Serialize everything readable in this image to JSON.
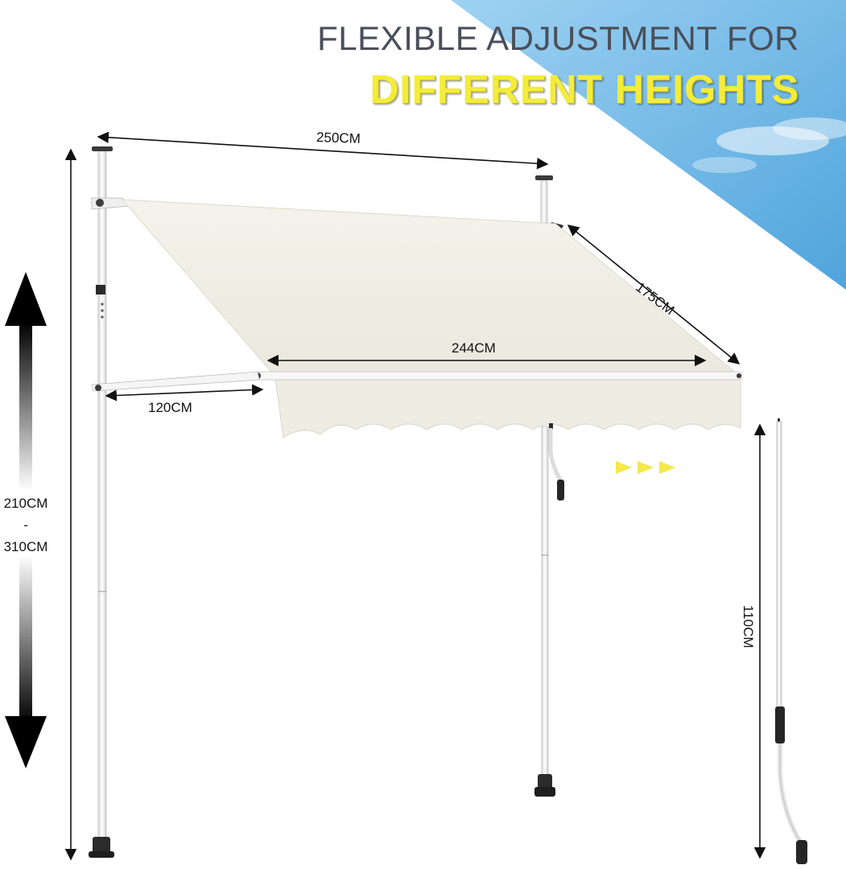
{
  "headline": {
    "line1": "FLEXIBLE ADJUSTMENT FOR",
    "line2": "DIFFERENT HEIGHTS"
  },
  "dimensions": {
    "width_top": "250CM",
    "projection": "175CM",
    "fabric_width": "244CM",
    "arm_length": "120CM",
    "height_min": "210CM",
    "height_separator": "-",
    "height_max": "310CM",
    "crank_length": "110CM"
  },
  "colors": {
    "sky": "#7fc1ea",
    "fabric": "#f1efe6",
    "pole": "#f7f7f7",
    "headline_gray": "#4a4f5a",
    "headline_yellow": "#f3ec3a",
    "arrow_yellow": "#f4e84a"
  },
  "icons": [
    "height-arrow-icon",
    "chevron-right-icon"
  ]
}
